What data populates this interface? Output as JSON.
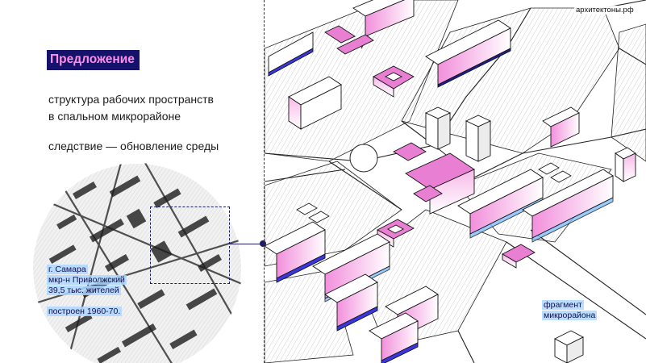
{
  "slide": {
    "title": "Предложение",
    "subtitle_line1": "структура рабочих пространств",
    "subtitle_line2": "в спальном микрорайоне",
    "consequence": "следствие — обновление среды"
  },
  "district_info": {
    "city": "г. Самара",
    "district": "мкр-н Приволжский",
    "population": "39,5 тыс. жителей",
    "built": "построен 1960-70."
  },
  "map_caption": {
    "line1": "фрагмент",
    "line2": "микрорайона"
  },
  "brand": "архитектоны.рф",
  "colors": {
    "title_bg": "#14126b",
    "title_text": "#ff8fe6",
    "accent_pink": "#e97fd3",
    "accent_blue": "#3b37e0",
    "label_highlight": "#afd7ff"
  }
}
